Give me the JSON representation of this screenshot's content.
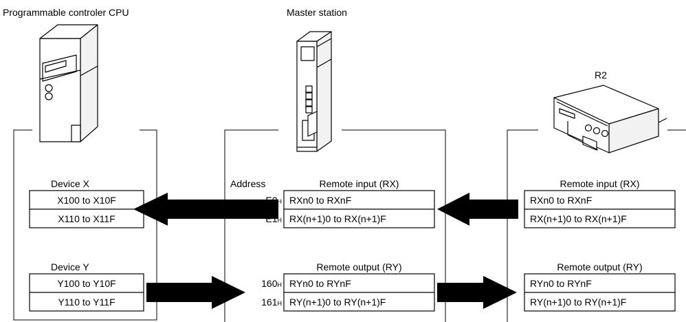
{
  "titles": {
    "cpu": "Programmable controler CPU",
    "master": "Master station",
    "remote": "R2"
  },
  "cpu_side": {
    "device_x_label": "Device X",
    "device_x_rows": [
      "X100 to X10F",
      "X110 to X11F"
    ],
    "device_y_label": "Device Y",
    "device_y_rows": [
      "Y100 to Y10F",
      "Y110 to Y11F"
    ]
  },
  "master_side": {
    "address_label": "Address",
    "input_addresses": [
      {
        "value": "E0",
        "suffix": "H"
      },
      {
        "value": "E1",
        "suffix": "H"
      }
    ],
    "output_addresses": [
      {
        "value": "160",
        "suffix": "H"
      },
      {
        "value": "161",
        "suffix": "H"
      }
    ],
    "remote_input_label": "Remote input (RX)",
    "remote_input_rows": [
      "RXn0 to RXnF",
      "RX(n+1)0 to RX(n+1)F"
    ],
    "remote_output_label": "Remote output (RY)",
    "remote_output_rows": [
      "RYn0 to RYnF",
      "RY(n+1)0 to RY(n+1)F"
    ]
  },
  "remote_side": {
    "remote_input_label": "Remote input (RX)",
    "remote_input_rows": [
      "RXn0 to RXnF",
      "RX(n+1)0 to RX(n+1)F"
    ],
    "remote_output_label": "Remote output (RY)",
    "remote_output_rows": [
      "RYn0 to RYnF",
      "RY(n+1)0 to RY(n+1)F"
    ]
  }
}
